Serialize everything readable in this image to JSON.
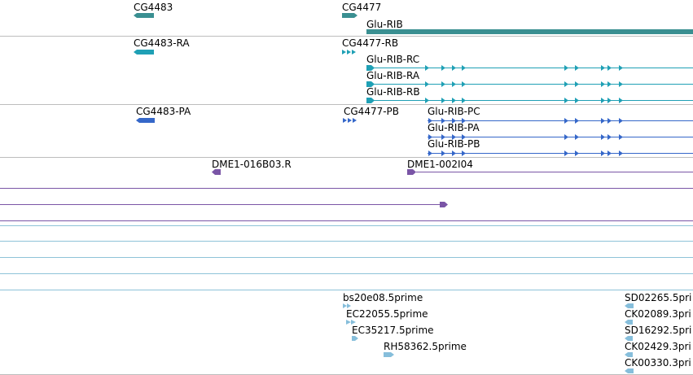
{
  "colors": {
    "gene": "#3a8f91",
    "transcript": "#1fa0b5",
    "protein": "#3567c9",
    "probe": "#7a55a6",
    "est": "#86bedb",
    "track_separator": "#bdbdbd",
    "est_line": "#8ec3d8"
  },
  "tracks": {
    "genes": {
      "items": [
        {
          "label": "CG4483",
          "strand": "reverse"
        },
        {
          "label": "CG4477",
          "strand": "forward"
        },
        {
          "label": "Glu-RIB",
          "strand": "forward"
        }
      ]
    },
    "transcripts": {
      "items": [
        {
          "label": "CG4483-RA",
          "strand": "reverse"
        },
        {
          "label": "CG4477-RB",
          "strand": "forward"
        },
        {
          "label": "Glu-RIB-RC",
          "strand": "forward"
        },
        {
          "label": "Glu-RIB-RA",
          "strand": "forward"
        },
        {
          "label": "Glu-RIB-RB",
          "strand": "forward"
        }
      ]
    },
    "proteins": {
      "items": [
        {
          "label": "CG4483-PA",
          "strand": "reverse"
        },
        {
          "label": "CG4477-PB",
          "strand": "forward"
        },
        {
          "label": "Glu-RIB-PC",
          "strand": "forward"
        },
        {
          "label": "Glu-RIB-PA",
          "strand": "forward"
        },
        {
          "label": "Glu-RIB-PB",
          "strand": "forward"
        }
      ]
    },
    "probes": {
      "items": [
        {
          "label": "DME1-016B03.R",
          "strand": "reverse"
        },
        {
          "label": "DME1-002I04",
          "strand": "forward"
        }
      ]
    },
    "ests": {
      "items": [
        {
          "label": "bs20e08.5prime",
          "strand": "forward"
        },
        {
          "label": "EC22055.5prime",
          "strand": "forward"
        },
        {
          "label": "EC35217.5prime",
          "strand": "forward"
        },
        {
          "label": "RH58362.5prime",
          "strand": "forward"
        },
        {
          "label": "SD02265.5pri",
          "strand": "reverse"
        },
        {
          "label": "CK02089.3pri",
          "strand": "reverse"
        },
        {
          "label": "SD16292.5pri",
          "strand": "reverse"
        },
        {
          "label": "CK02429.3pri",
          "strand": "reverse"
        },
        {
          "label": "CK00330.3pri",
          "strand": "reverse"
        }
      ]
    }
  }
}
